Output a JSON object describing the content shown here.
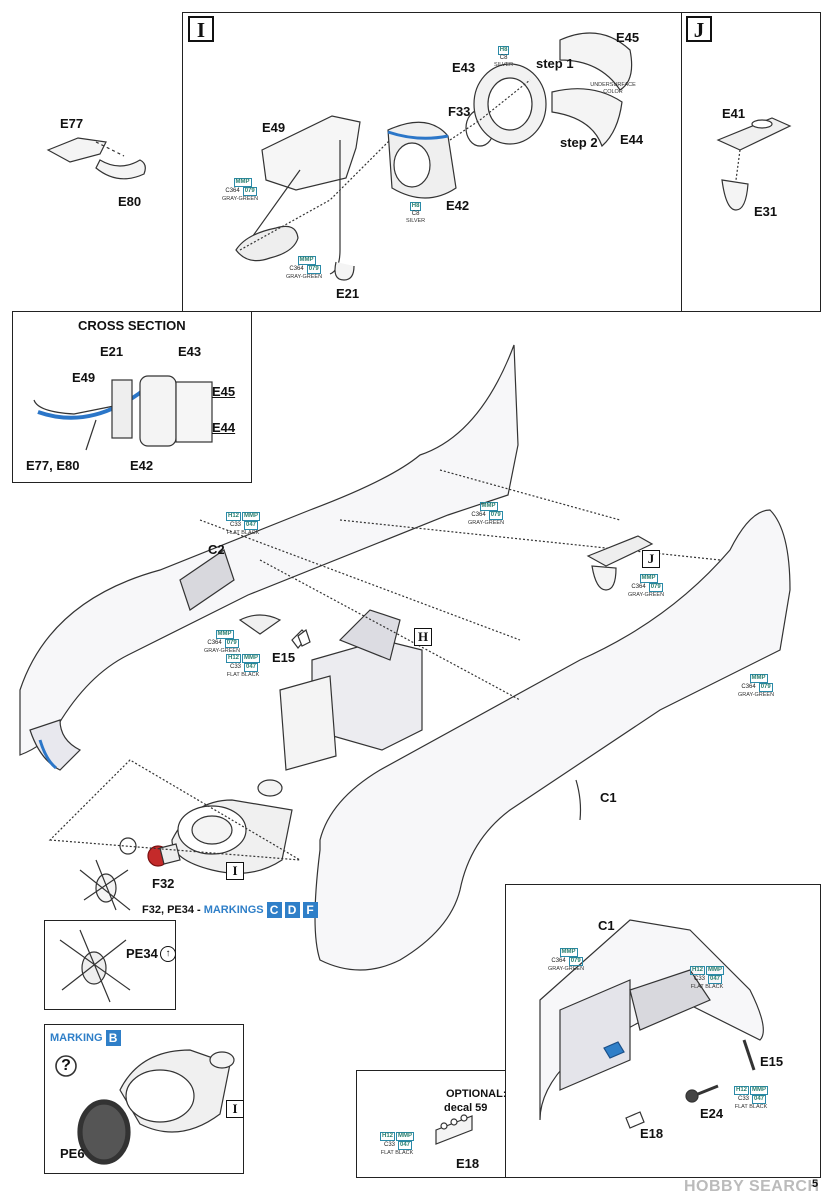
{
  "panels": {
    "I": {
      "letter": "I"
    },
    "J": {
      "letter": "J"
    },
    "cross_section": {
      "title": "CROSS SECTION"
    },
    "marking_b": {
      "word": "MARKING",
      "letter": "B",
      "question": "?"
    },
    "optional": {
      "title": "OPTIONAL:",
      "subtitle": "decal 59"
    }
  },
  "part_labels": {
    "E77": "E77",
    "E80": "E80",
    "E49": "E49",
    "E21": "E21",
    "E42": "E42",
    "E43": "E43",
    "E45": "E45",
    "E44": "E44",
    "F33": "F33",
    "step1": "step 1",
    "step2": "step 2",
    "E41": "E41",
    "E31": "E31",
    "cs_E21": "E21",
    "cs_E43": "E43",
    "cs_E49": "E49",
    "cs_E45": "E45",
    "cs_E44": "E44",
    "cs_E7780": "E77, E80",
    "cs_E42": "E42",
    "C2": "C2",
    "E15": "E15",
    "F32": "F32",
    "C1": "C1",
    "H": "H",
    "PE34": "PE34",
    "PE6": "PE6",
    "inset_C1": "C1",
    "inset_E15": "E15",
    "inset_E24": "E24",
    "inset_E18": "E18",
    "opt_E18": "E18",
    "J_ref": "J",
    "I_ref1": "I",
    "I_ref2": "I"
  },
  "paints": {
    "silver": {
      "h": "H8",
      "c": "C8",
      "name": "SILVER"
    },
    "underside": {
      "name": "UNDERSURFACE COLOR"
    },
    "gray_green": {
      "mmp": "MMP",
      "c": "C364",
      "num": "079",
      "name": "GRAY-GREEN"
    },
    "flat_black": {
      "h": "H12",
      "mmp": "MMP",
      "c": "C33",
      "num": "047",
      "name": "FLAT BLACK"
    }
  },
  "markings_note": {
    "text": "F32, PE34 - ",
    "word": "MARKINGS",
    "letters": [
      "C",
      "D",
      "F"
    ]
  },
  "footer": {
    "watermark": "HOBBY SEARCH",
    "page": "5"
  }
}
